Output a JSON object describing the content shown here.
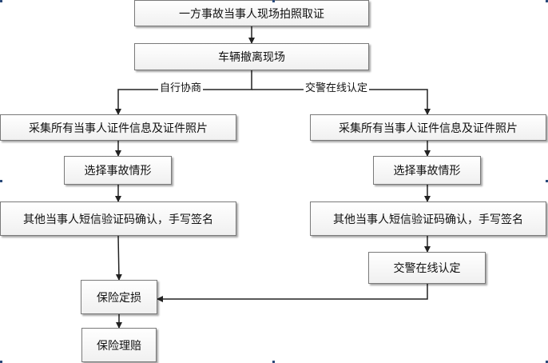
{
  "steps": {
    "photo": "一方事故当事人现场拍照取证",
    "leave": "车辆撤离现场",
    "collect_left": "采集所有当事人证件信息及证件照片",
    "collect_right": "采集所有当事人证件信息及证件照片",
    "situation_left": "选择事故情形",
    "situation_right": "选择事故情形",
    "sms_left": "其他当事人短信验证码确认，手写签名",
    "sms_right": "其他当事人短信验证码确认，手写签名",
    "police_confirm": "交警在线认定",
    "assess": "保险定损",
    "claim": "保险理赔"
  },
  "branches": {
    "negotiation": "自行协商",
    "police": "交警在线认定"
  }
}
